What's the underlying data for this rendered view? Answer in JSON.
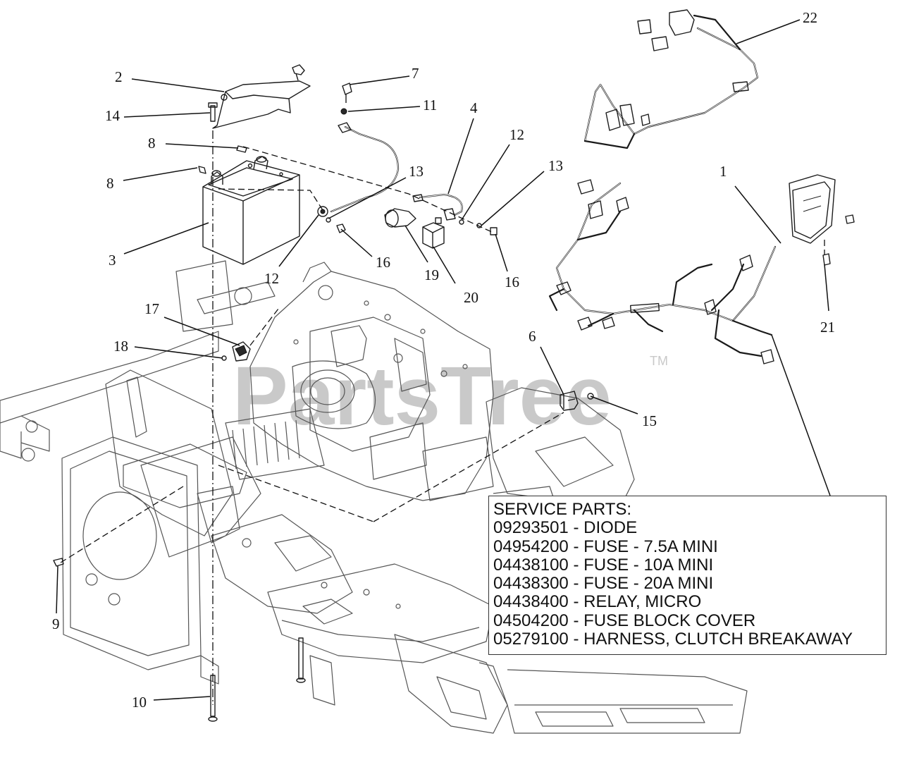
{
  "watermark": {
    "text": "PartsTree",
    "trademark": "TM"
  },
  "callouts": [
    "1",
    "2",
    "3",
    "4",
    "6",
    "7",
    "8",
    "8",
    "9",
    "10",
    "11",
    "12",
    "12",
    "13",
    "13",
    "14",
    "15",
    "16",
    "16",
    "17",
    "18",
    "19",
    "20",
    "21",
    "22"
  ],
  "service_parts": {
    "heading": "SERVICE PARTS:",
    "items": [
      "09293501 - DIODE",
      "04954200 - FUSE - 7.5A MINI",
      "04438100 - FUSE - 10A MINI",
      "04438300 - FUSE - 20A MINI",
      "04438400 - RELAY, MICRO",
      "04504200 - FUSE BLOCK COVER",
      "05279100 - HARNESS, CLUTCH BREAKAWAY"
    ]
  }
}
